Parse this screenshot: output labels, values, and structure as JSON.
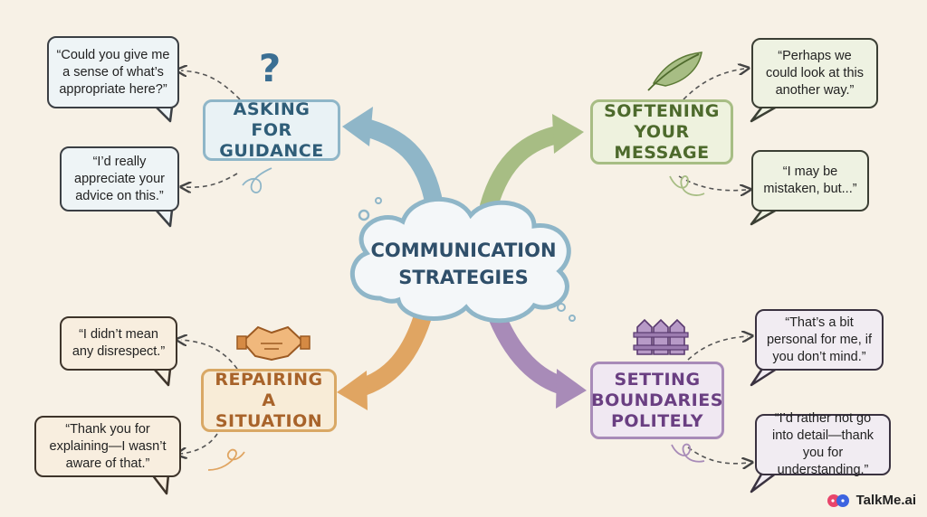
{
  "center": {
    "line1": "COMMUNICATION",
    "line2": "STRATEGIES"
  },
  "branches": {
    "guidance": {
      "title_line1": "ASKING FOR",
      "title_line2": "GUIDANCE",
      "color": "#8fb6c8",
      "icon": "question-mark-icon",
      "icon_glyph": "?",
      "phrase1": "“Could you give me a sense of what’s appropriate here?”",
      "phrase2": "“I’d really appreciate your advice on this.”"
    },
    "softening": {
      "title_line1": "SOFTENING",
      "title_line2": "YOUR MESSAGE",
      "color": "#a7bd84",
      "icon": "feather-icon",
      "phrase1": "“Perhaps we could look at this another way.”",
      "phrase2": "“I may be mistaken, but...”"
    },
    "repairing": {
      "title_line1": "REPAIRING A",
      "title_line2": "SITUATION",
      "color": "#e0a562",
      "icon": "handshake-icon",
      "phrase1": "“I didn’t mean any disrespect.”",
      "phrase2": "“Thank you for explaining—I wasn’t aware of that.”"
    },
    "boundaries": {
      "title_line1": "SETTING",
      "title_line2": "BOUNDARIES",
      "title_line3": "POLITELY",
      "color": "#a88bb8",
      "icon": "fence-icon",
      "phrase1": "“That’s a bit personal for me, if you don’t mind.”",
      "phrase2": "“I’d rather not go into detail—thank you for understanding.”"
    }
  },
  "brand": {
    "name": "TalkMe.ai",
    "logo_color": "#e8456b"
  }
}
